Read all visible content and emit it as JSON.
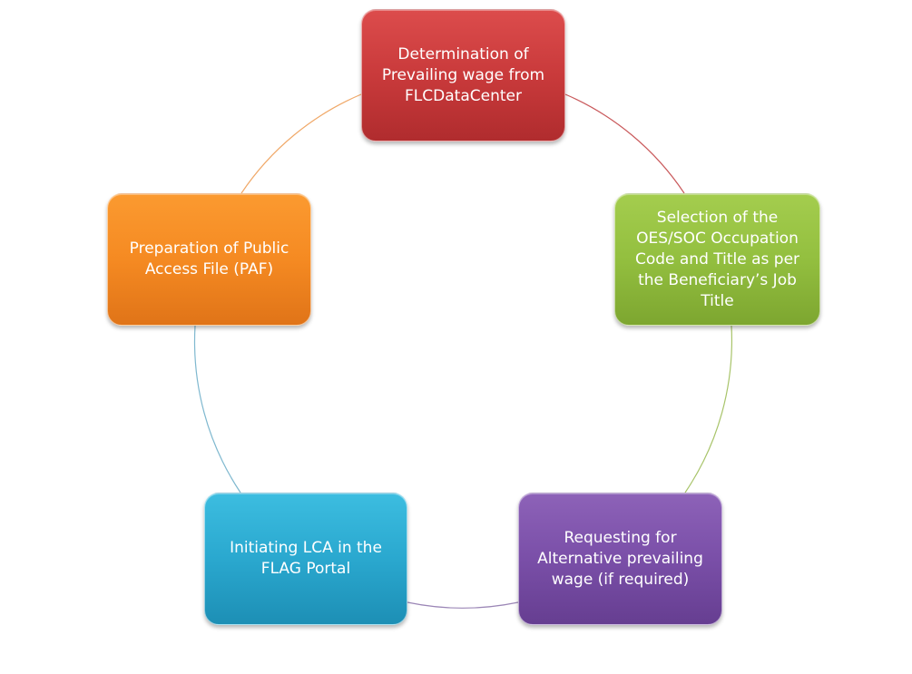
{
  "diagram": {
    "type": "cycle",
    "nodes": [
      {
        "id": "n1",
        "label": "Determination of Prevailing wage from FLCDataCenter",
        "color": "#c93a3b"
      },
      {
        "id": "n2",
        "label": "Selection of the OES/SOC Occupation Code and Title as per the Beneficiary’s Job Title",
        "color": "#93bf3f"
      },
      {
        "id": "n3",
        "label": "Requesting for Alternative prevailing wage (if required)",
        "color": "#7a4fa8"
      },
      {
        "id": "n4",
        "label": "Initiating LCA in the FLAG Portal",
        "color": "#2aa8cf"
      },
      {
        "id": "n5",
        "label": "Preparation of Public Access File (PAF)",
        "color": "#f58a22"
      }
    ],
    "connector_colors": [
      "#c9595b",
      "#a8c46a",
      "#9b86b6",
      "#7fb8cf",
      "#f0a868"
    ]
  }
}
